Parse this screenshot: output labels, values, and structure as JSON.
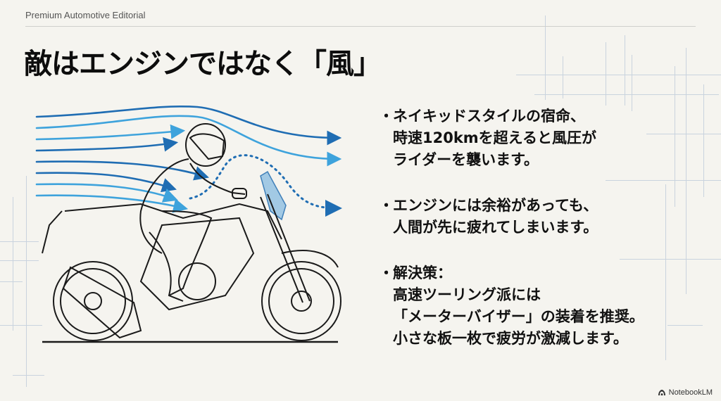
{
  "header": {
    "label": "Premium Automotive Editorial"
  },
  "slide": {
    "title": "敵はエンジンではなく「風」",
    "bullets": [
      {
        "marker": "・",
        "lines": [
          "ネイキッドスタイルの宿命、",
          "時速120kmを超えると風圧が",
          "ライダーを襲います。"
        ]
      },
      {
        "marker": "・",
        "lines": [
          "エンジンには余裕があっても、",
          "人間が先に疲れてしまいます。"
        ]
      },
      {
        "marker": "・",
        "lines": [
          "解決策：",
          "高速ツーリング派には",
          "「メーターバイザー」の装着を推奨。",
          "小さな板一枚で疲労が激減します。"
        ]
      }
    ]
  },
  "illustration": {
    "subject": "motorcycle-rider-wind-flow",
    "colors": {
      "wind_dark": "#1f6db3",
      "wind_light": "#3ea3dc",
      "visor": "#7fb6e0",
      "line_art": "#1a1a1a"
    }
  },
  "footer": {
    "brand": "NotebookLM"
  }
}
